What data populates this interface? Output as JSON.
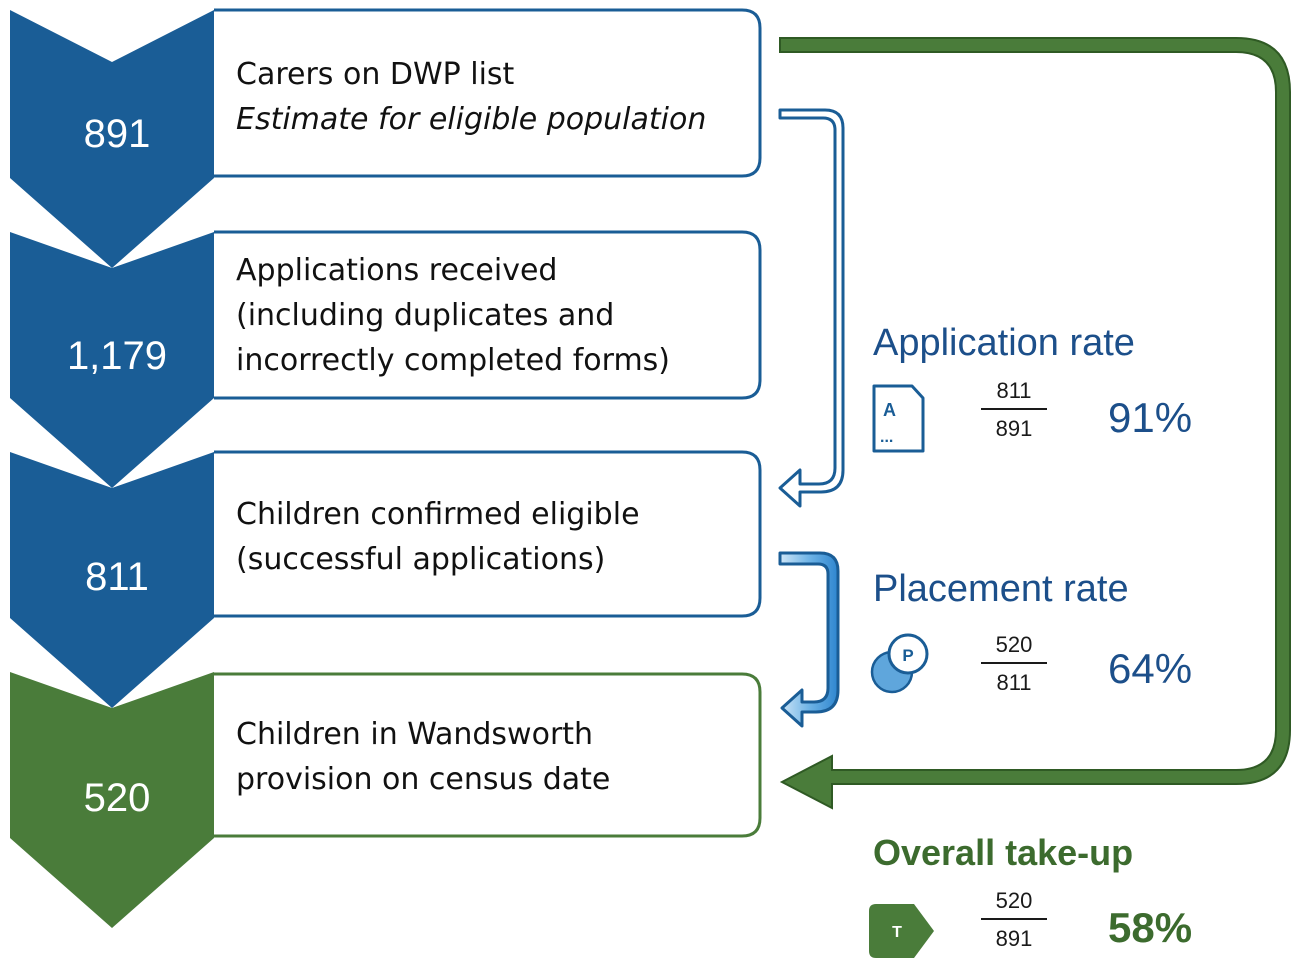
{
  "stages": [
    {
      "number": "891",
      "lines": [
        "Carers on DWP list",
        "Estimate for eligible population"
      ],
      "italic_line": 1
    },
    {
      "number": "1,179",
      "lines": [
        "Applications received",
        "(including duplicates and",
        "incorrectly completed forms)"
      ]
    },
    {
      "number": "811",
      "lines": [
        "Children confirmed eligible",
        "(successful applications)"
      ]
    },
    {
      "number": "520",
      "lines": [
        "Children in Wandsworth",
        "provision on census date"
      ]
    }
  ],
  "rates": {
    "application": {
      "title": "Application rate",
      "icon_letter": "A",
      "numerator": "811",
      "denominator": "891",
      "percent": "91%"
    },
    "placement": {
      "title": "Placement rate",
      "icon_letter": "P",
      "numerator": "520",
      "denominator": "811",
      "percent": "64%"
    },
    "overall": {
      "title": "Overall take-up",
      "icon_letter": "T",
      "numerator": "520",
      "denominator": "891",
      "percent": "58%"
    }
  },
  "colors": {
    "blue": "#1a5d96",
    "blue_light": "#2e8bd0",
    "green": "#4a7c3a",
    "green_dark": "#3c6b2e",
    "rate_text_blue": "#1c4f8a"
  },
  "icons": {
    "application": "document-icon",
    "placement": "placement-circles-icon",
    "overall": "tag-arrow-icon"
  }
}
